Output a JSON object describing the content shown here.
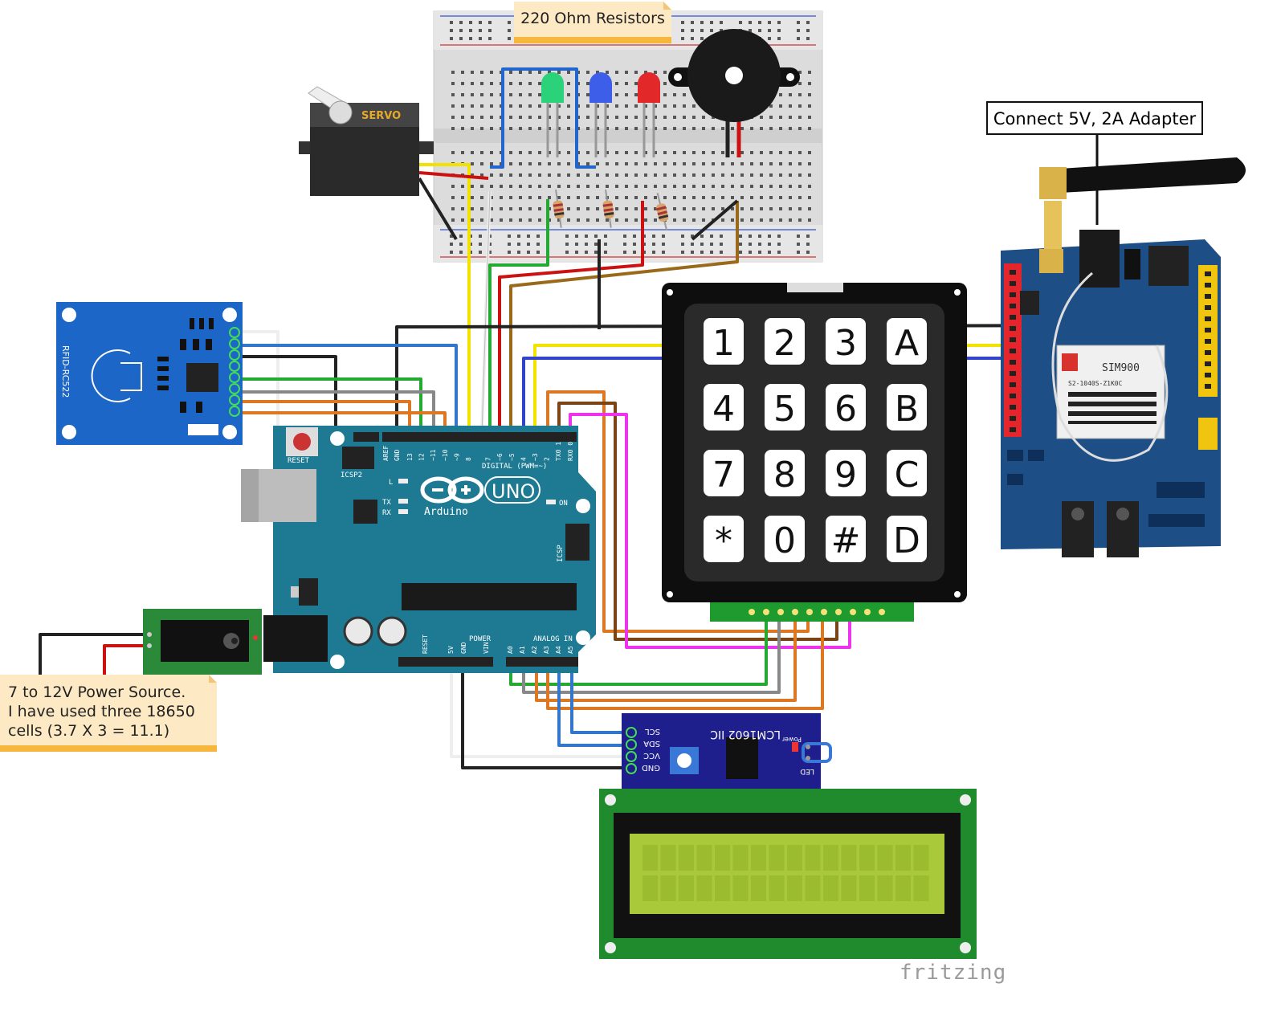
{
  "annotations": {
    "resistors": "220 Ohm Resistors",
    "adapter": "Connect 5V, 2A Adapter",
    "power_line1": "7 to 12V Power Source.",
    "power_line2": "I have used three 18650",
    "power_line3": "cells (3.7 X 3 = 11.1)"
  },
  "components": {
    "servo_label": "SERVO",
    "rfid_label": "RFID-RC522",
    "arduino": {
      "reset": "RESET",
      "icsp2": "ICSP2",
      "icsp": "ICSP",
      "uno": "UNO",
      "brand": "Arduino",
      "digital": "DIGITAL (PWM=~)",
      "analog_in": "ANALOG IN",
      "power": "POWER",
      "on": "ON",
      "l": "L",
      "tx": "TX",
      "rx": "RX",
      "aref": "AREF",
      "gnd": "GND",
      "top_pins": [
        "13",
        "12",
        "~11",
        "~10",
        "~9",
        "8",
        "7",
        "~6",
        "~5",
        "4",
        "~3",
        "2",
        "TX0 1",
        "RX0 0"
      ],
      "analog_pins": [
        "A0",
        "A1",
        "A2",
        "A3",
        "A4",
        "A5"
      ],
      "power_pins": [
        "RESET",
        "5V",
        "GND",
        "VIN"
      ]
    },
    "keypad_keys": [
      "1",
      "2",
      "3",
      "A",
      "4",
      "5",
      "6",
      "B",
      "7",
      "8",
      "9",
      "C",
      "*",
      "0",
      "#",
      "D"
    ],
    "gsm": {
      "chip": "SIM900",
      "model": "S2-1040S-Z1K0C"
    },
    "lcd_module": {
      "title": "LCM1602 IIC",
      "pins": [
        "SCL",
        "SDA",
        "VCC",
        "GND"
      ],
      "power": "Power",
      "led": "LED"
    }
  },
  "watermark": "fritzing",
  "colors": {
    "arduino": "#1d7a92",
    "breadboard": "#d8d8d8",
    "rfid": "#1c66c8",
    "keypad": "#111111",
    "lcd_pcb": "#1f8b2c",
    "lcd_screen": "#a9c93a",
    "i2c": "#1e1e8c",
    "gsm": "#1d4f86",
    "note": "#fde9c4",
    "note_border": "#f6b73c"
  }
}
